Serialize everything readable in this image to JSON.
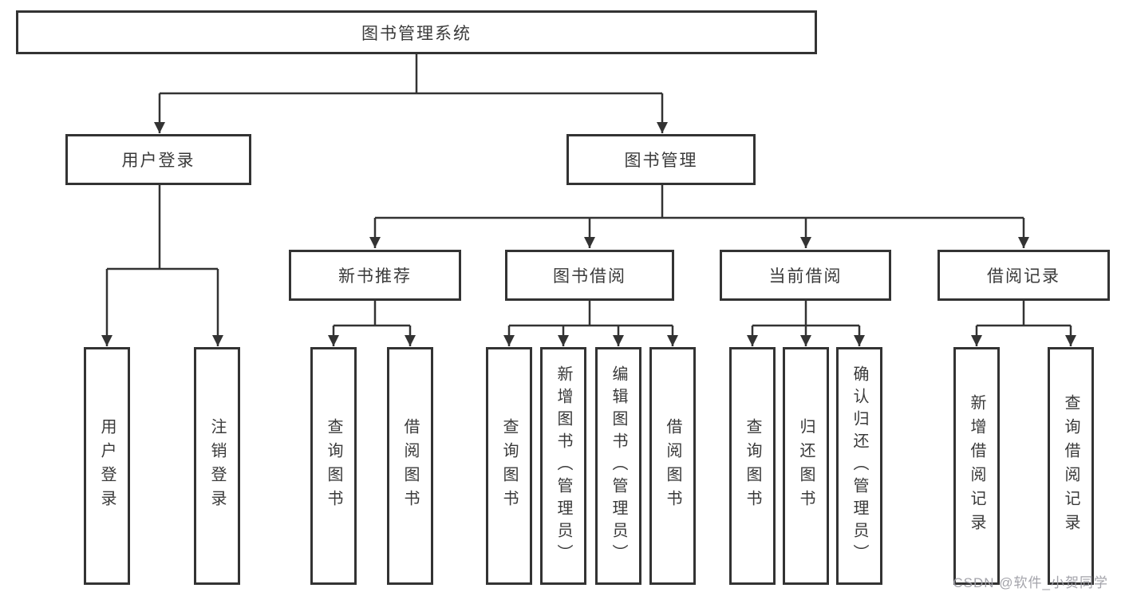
{
  "diagram": {
    "root": {
      "label": "图书管理系统"
    },
    "branches": [
      {
        "label": "用户登录",
        "children": [
          {
            "label": "用户登录"
          },
          {
            "label": "注销登录"
          }
        ]
      },
      {
        "label": "图书管理",
        "children": [
          {
            "label": "新书推荐",
            "children": [
              {
                "label": "查询图书"
              },
              {
                "label": "借阅图书"
              }
            ]
          },
          {
            "label": "图书借阅",
            "children": [
              {
                "label": "查询图书"
              },
              {
                "label": "新增图书（管理员）"
              },
              {
                "label": "编辑图书（管理员）"
              },
              {
                "label": "借阅图书"
              }
            ]
          },
          {
            "label": "当前借阅",
            "children": [
              {
                "label": "查询图书"
              },
              {
                "label": "归还图书"
              },
              {
                "label": "确认归还（管理员）"
              }
            ]
          },
          {
            "label": "借阅记录",
            "children": [
              {
                "label": "新增借阅记录"
              },
              {
                "label": "查询借阅记录"
              }
            ]
          }
        ]
      }
    ]
  },
  "watermark": {
    "text": "CSDN @软件_小贺同学"
  },
  "colors": {
    "line": "#333333",
    "text": "#3a3a3a",
    "watermark": "#9e9ea5",
    "background": "#ffffff"
  }
}
